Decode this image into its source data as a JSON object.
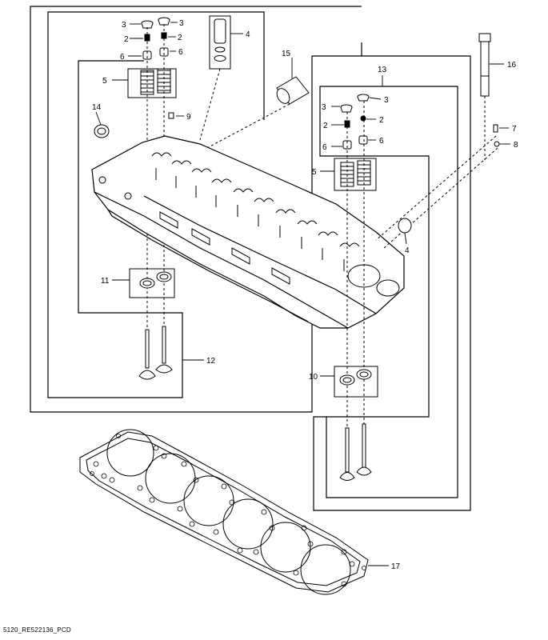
{
  "diagram": {
    "callouts": {
      "c1": "3",
      "c2": "3",
      "c3": "2",
      "c4": "2",
      "c5": "6",
      "c6": "6",
      "c7": "4",
      "c8": "5",
      "c9": "9",
      "c10": "15",
      "c11": "14",
      "c12": "16",
      "c13": "13",
      "c14": "3",
      "c15": "3",
      "c16": "2",
      "c17": "2",
      "c18": "6",
      "c19": "6",
      "c20": "7",
      "c21": "8",
      "c22": "5",
      "c23": "4",
      "c24": "11",
      "c25": "12",
      "c26": "10",
      "c27": "17"
    }
  },
  "footer": {
    "code": "5120_RE522136_PCD"
  }
}
